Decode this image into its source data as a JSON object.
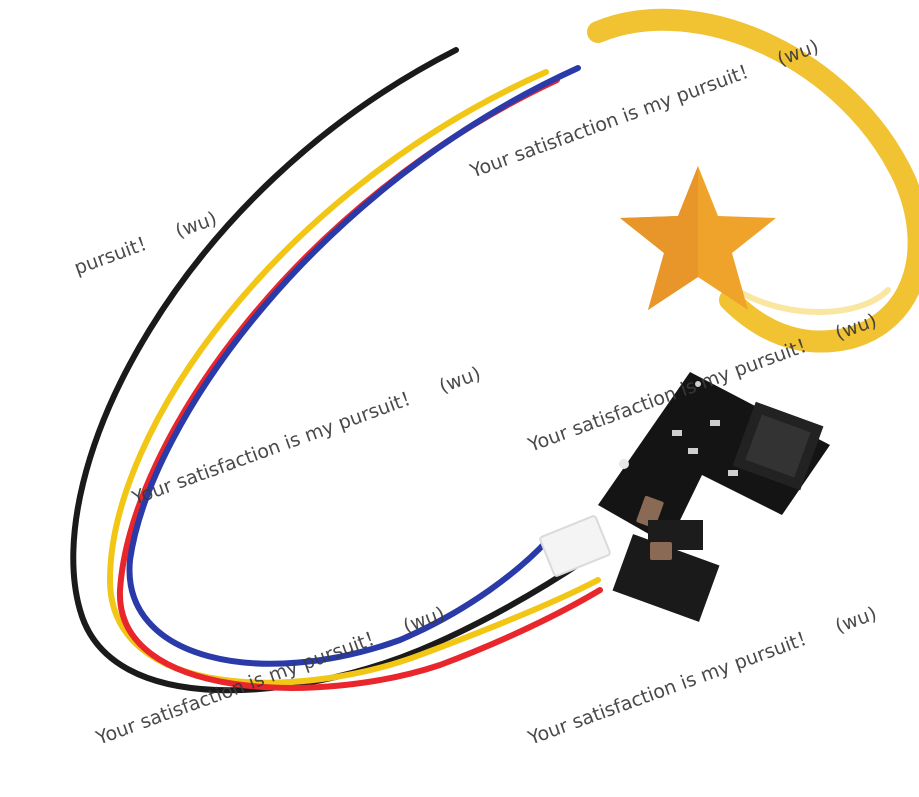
{
  "scene": {
    "subject": "board-with-cable",
    "colors": {
      "background": "#ffffff",
      "wire_black": "#1a1a1a",
      "wire_red": "#e8262b",
      "wire_yellow": "#f2c615",
      "wire_blue": "#2a3aa8",
      "pcb": "#141414",
      "connector": "#f4f4f4",
      "ring": "#f1c232",
      "star": "#f0a32a"
    }
  },
  "watermarks": [
    {
      "text": "Your satisfaction is my pursuit！",
      "tag": "(wu)"
    },
    {
      "text": "pursuit！",
      "tag": "(wu)"
    },
    {
      "text": "Your satisfaction is my pursuit！",
      "tag": "(wu)"
    },
    {
      "text": "Your satisfaction is my pursuit！",
      "tag": "(wu)"
    },
    {
      "text": "Your satisfaction is my pursuit！",
      "tag": "(wu)"
    },
    {
      "text": "Your satisfaction is my pursuit！",
      "tag": "(wu)"
    }
  ]
}
